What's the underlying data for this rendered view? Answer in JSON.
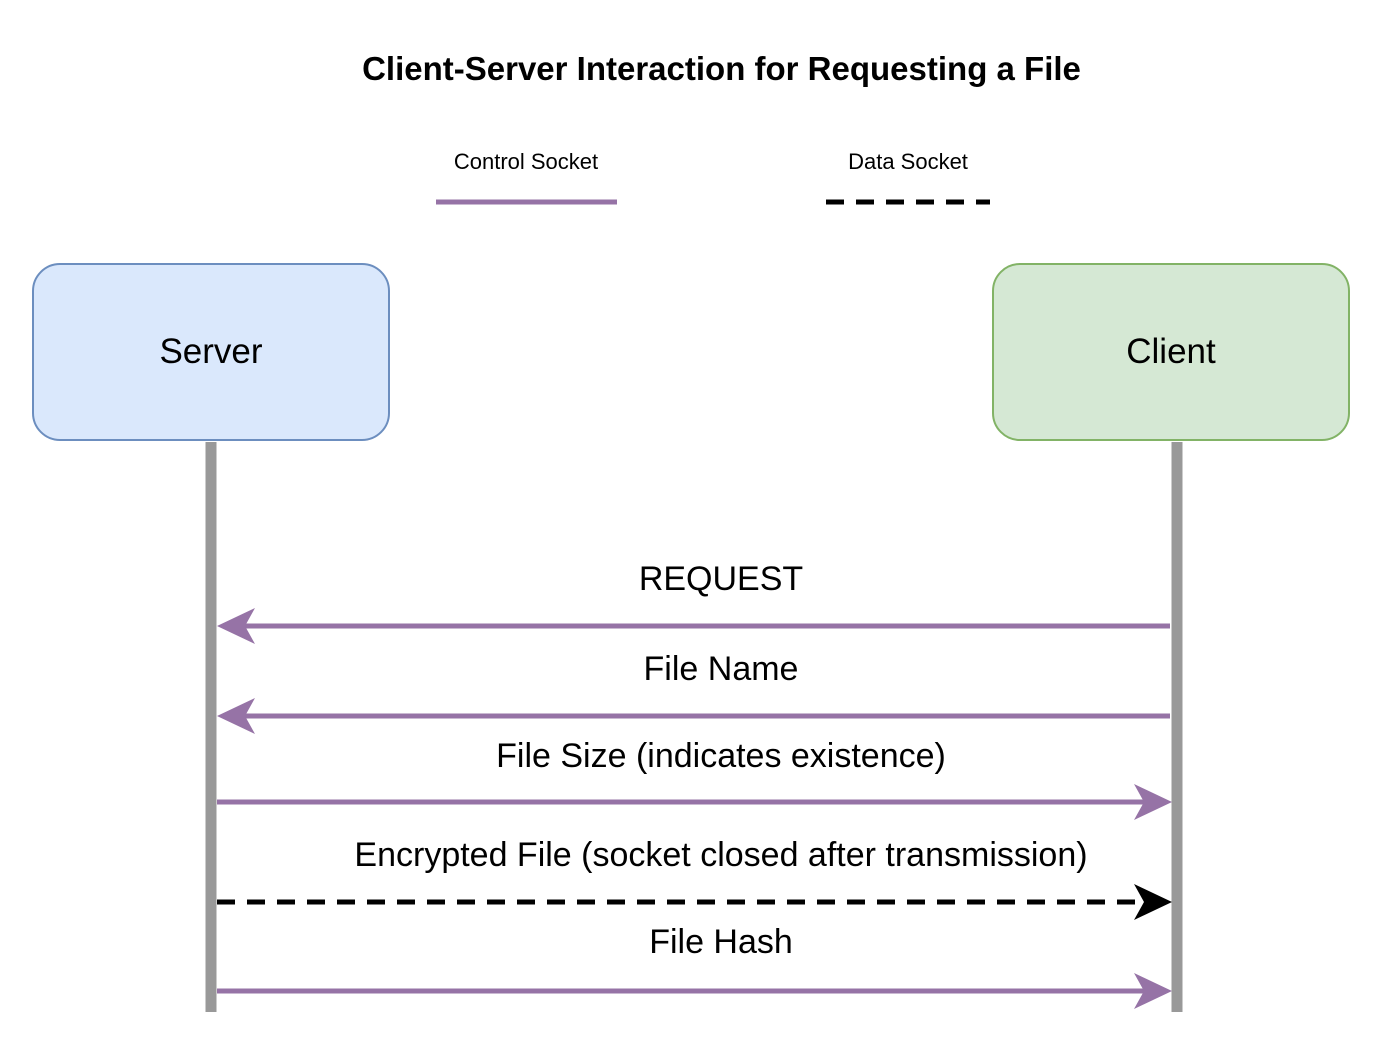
{
  "title": "Client-Server Interaction for Requesting a File",
  "legend": {
    "control_socket": "Control Socket",
    "data_socket": "Data Socket"
  },
  "actors": {
    "server": "Server",
    "client": "Client"
  },
  "messages": [
    {
      "label": "REQUEST",
      "from": "client",
      "to": "server",
      "socket": "control"
    },
    {
      "label": "File Name",
      "from": "client",
      "to": "server",
      "socket": "control"
    },
    {
      "label": "File Size (indicates existence)",
      "from": "server",
      "to": "client",
      "socket": "control"
    },
    {
      "label": "Encrypted File (socket closed after transmission)",
      "from": "server",
      "to": "client",
      "socket": "data"
    },
    {
      "label": "File Hash",
      "from": "server",
      "to": "client",
      "socket": "control"
    }
  ],
  "colors": {
    "control_line": "#9673a6",
    "data_line": "#000000",
    "lifeline": "#999999",
    "server_fill": "#dae8fc",
    "server_border": "#6c8ebf",
    "client_fill": "#d5e8d4",
    "client_border": "#82b366"
  }
}
